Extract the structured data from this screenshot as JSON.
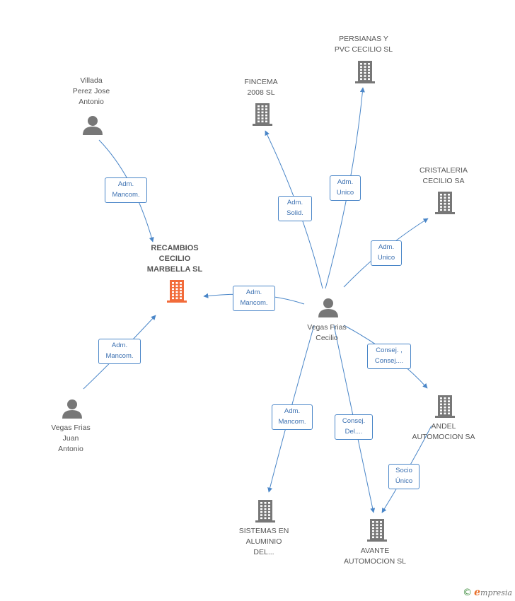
{
  "colors": {
    "edge": "#4a86c8",
    "building": "#777777",
    "building_focus": "#f26b3a",
    "person": "#777777"
  },
  "nodes": [
    {
      "id": "recambios",
      "type": "building",
      "focus": true,
      "label": [
        "RECAMBIOS",
        "CECILIO",
        "MARBELLA SL"
      ]
    },
    {
      "id": "villada",
      "type": "person",
      "label": [
        "Villada",
        "Perez Jose",
        "Antonio"
      ]
    },
    {
      "id": "vegasjuan",
      "type": "person",
      "label": [
        "Vegas Frias",
        "Juan",
        "Antonio"
      ]
    },
    {
      "id": "vegascecilio",
      "type": "person",
      "label": [
        "Vegas Frias",
        "Cecilio"
      ]
    },
    {
      "id": "fincema",
      "type": "building",
      "label": [
        "FINCEMA",
        "2008 SL"
      ]
    },
    {
      "id": "persianas",
      "type": "building",
      "label": [
        "PERSIANAS Y",
        "PVC CECILIO SL"
      ]
    },
    {
      "id": "cristaleria",
      "type": "building",
      "label": [
        "CRISTALERIA",
        "CECILIO SA"
      ]
    },
    {
      "id": "andel",
      "type": "building",
      "label": [
        "ANDEL",
        "AUTOMOCION SA"
      ]
    },
    {
      "id": "avante",
      "type": "building",
      "label": [
        "AVANTE",
        "AUTOMOCION SL"
      ]
    },
    {
      "id": "sistemas",
      "type": "building",
      "label": [
        "SISTEMAS EN",
        "ALUMINIO",
        "DEL..."
      ]
    }
  ],
  "edges": [
    {
      "from": "villada",
      "to": "recambios",
      "label": [
        "Adm.",
        "Mancom."
      ]
    },
    {
      "from": "vegasjuan",
      "to": "recambios",
      "label": [
        "Adm.",
        "Mancom."
      ]
    },
    {
      "from": "vegascecilio",
      "to": "recambios",
      "label": [
        "Adm.",
        "Mancom."
      ]
    },
    {
      "from": "vegascecilio",
      "to": "fincema",
      "label": [
        "Adm.",
        "Solid."
      ]
    },
    {
      "from": "vegascecilio",
      "to": "persianas",
      "label": [
        "Adm.",
        "Unico"
      ]
    },
    {
      "from": "vegascecilio",
      "to": "cristaleria",
      "label": [
        "Adm.",
        "Unico"
      ]
    },
    {
      "from": "vegascecilio",
      "to": "andel",
      "label": [
        "Consej. ,",
        "Consej...."
      ]
    },
    {
      "from": "vegascecilio",
      "to": "avante",
      "label": [
        "Consej.",
        "Del...."
      ]
    },
    {
      "from": "vegascecilio",
      "to": "sistemas",
      "label": [
        "Adm.",
        "Mancom."
      ]
    },
    {
      "from": "andel",
      "to": "avante",
      "label": [
        "Socio",
        "Único"
      ]
    }
  ],
  "brand": {
    "copyright": "©",
    "initial": "e",
    "rest": "mpresia"
  }
}
